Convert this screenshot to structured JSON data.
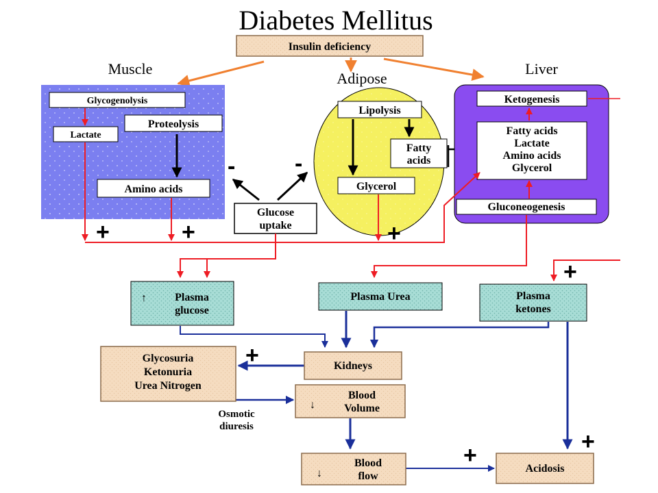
{
  "title": "Diabetes Mellitus",
  "regions": {
    "muscle": "Muscle",
    "adipose": "Adipose",
    "liver": "Liver"
  },
  "boxes": {
    "insulin_deficiency": "Insulin deficiency",
    "glycogenolysis": "Glycogenolysis",
    "lactate": "Lactate",
    "proteolysis": "Proteolysis",
    "amino_acids": "Amino acids",
    "glucose_uptake": [
      "Glucose",
      "uptake"
    ],
    "lipolysis": "Lipolysis",
    "fatty_acids": [
      "Fatty",
      "acids"
    ],
    "glycerol": "Glycerol",
    "ketogenesis": "Ketogenesis",
    "liver_substrates": [
      "Fatty acids",
      "Lactate",
      "Amino acids",
      "Glycerol"
    ],
    "gluconeogenesis": "Gluconeogenesis",
    "plasma_glucose": [
      "Plasma",
      "glucose"
    ],
    "plasma_urea": "Plasma Urea",
    "plasma_ketones": [
      "Plasma",
      "ketones"
    ],
    "kidneys": "Kidneys",
    "urinary_losses": [
      "Glycosuria",
      "Ketonuria",
      "Urea Nitrogen"
    ],
    "blood_volume": [
      "Blood",
      "Volume"
    ],
    "blood_flow": [
      "Blood",
      "flow"
    ],
    "acidosis": "Acidosis"
  },
  "annotations": {
    "osmotic_diuresis": [
      "Osmotic",
      "diuresis"
    ],
    "plus": "+",
    "minus": "-"
  },
  "colors": {
    "orange_arrow": "#f08030",
    "red_arrow": "#ee1c24",
    "blue_arrow": "#1a2f9a",
    "muscle_fill": "#7b7ff0",
    "adipose_fill": "#f5f060",
    "liver_fill": "#8a4cf0",
    "tan_box": "#f5dcc0",
    "teal_box": "#a8ddd6"
  }
}
